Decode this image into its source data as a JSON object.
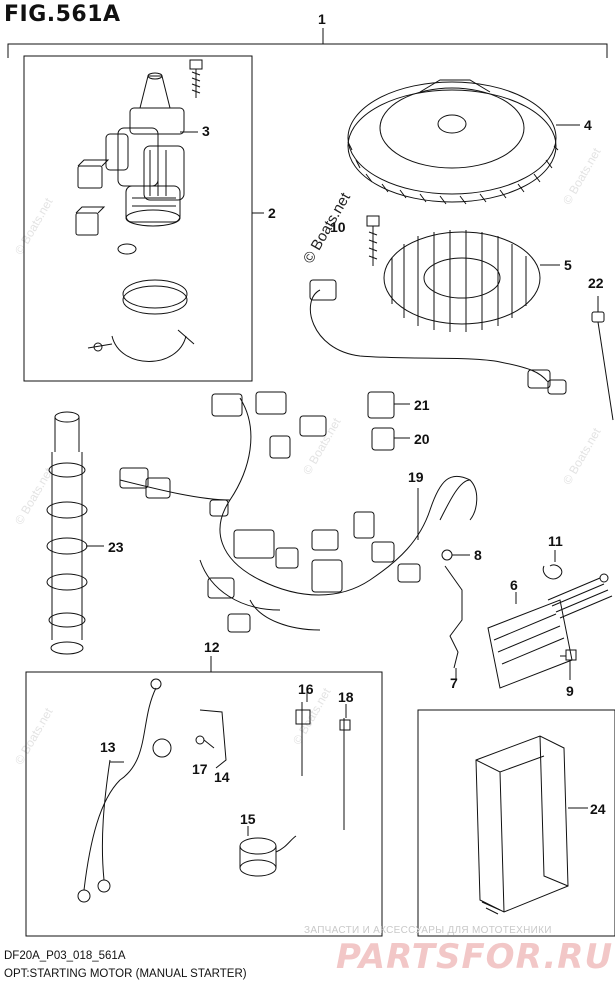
{
  "figure": {
    "title": "FIG.561A"
  },
  "callouts": [
    {
      "id": "1",
      "label": "1"
    },
    {
      "id": "2",
      "label": "2"
    },
    {
      "id": "3",
      "label": "3"
    },
    {
      "id": "4",
      "label": "4"
    },
    {
      "id": "5",
      "label": "5"
    },
    {
      "id": "6",
      "label": "6"
    },
    {
      "id": "7",
      "label": "7"
    },
    {
      "id": "8",
      "label": "8"
    },
    {
      "id": "9",
      "label": "9"
    },
    {
      "id": "10",
      "label": "10"
    },
    {
      "id": "11",
      "label": "11"
    },
    {
      "id": "12",
      "label": "12"
    },
    {
      "id": "13",
      "label": "13"
    },
    {
      "id": "14",
      "label": "14"
    },
    {
      "id": "15",
      "label": "15"
    },
    {
      "id": "16",
      "label": "16"
    },
    {
      "id": "17",
      "label": "17"
    },
    {
      "id": "18",
      "label": "18"
    },
    {
      "id": "19",
      "label": "19"
    },
    {
      "id": "20",
      "label": "20"
    },
    {
      "id": "21",
      "label": "21"
    },
    {
      "id": "22",
      "label": "22"
    },
    {
      "id": "23",
      "label": "23"
    },
    {
      "id": "24",
      "label": "24"
    }
  ],
  "footer": {
    "code": "DF20A_P03_018_561A",
    "description": "OPT:STARTING MOTOR (MANUAL STARTER)"
  },
  "watermark": {
    "main": "© Boats.net",
    "faint": "© Boats.net",
    "brand_tagline": "ЗАПЧАСТИ И АКСЕССУАРЫ ДЛЯ МОТОТЕХНИКИ",
    "brand_logo": "PARTSFOR.RU"
  }
}
